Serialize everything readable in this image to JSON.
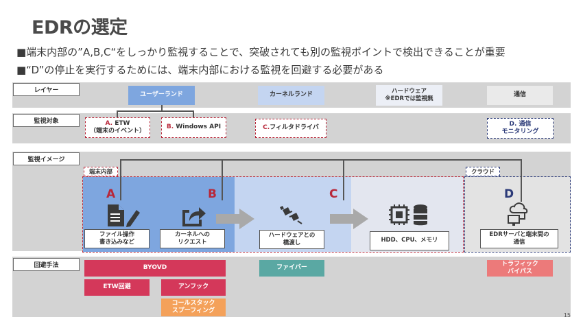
{
  "title": "EDRの選定",
  "bullets": [
    "■端末内部の”A,B,C“をしっかり監視することで、突破されても別の監視ポイントで検出できることが重要",
    "■“D”の停止を実行するためには、端末内部における監視を回避する必要がある"
  ],
  "rows": {
    "layer": "レイヤー",
    "target": "監視対象",
    "image": "監視イメージ",
    "evasion": "回避手法"
  },
  "layers": {
    "user": "ユーザーランド",
    "kernel": "カーネルランド",
    "hardware": "ハードウェア\n※EDRでは監視無",
    "network": "通信"
  },
  "targets": {
    "a_prefix": "A.",
    "a_rest": " ETW\n（端末のイベント）",
    "b_prefix": "B.",
    "b_rest": " Windows API",
    "c_prefix": "C.",
    "c_rest": "フィルタドライバ",
    "d": "D. 通信\nモニタリング"
  },
  "image": {
    "inside_label": "端末内部",
    "cloud_label": "クラウド",
    "letters": [
      "A",
      "B",
      "C",
      "D"
    ],
    "file_ops": "ファイル操作\n書き込みなど",
    "kernel_req": "カーネルへの\nリクエスト",
    "hw_comm": "ハードウェアとの\n橋渡し",
    "hw_devices": "HDD、CPU、メモリ",
    "edr_comm": "EDRサーバと端末間の\n通信"
  },
  "evasion": {
    "byovd": "BYOVD",
    "etw": "ETW回避",
    "unhook": "アンフック",
    "callstack": "コールスタック\nスプーフィング",
    "fiber": "ファイバー",
    "traffic": "トラフィック\nバイパス"
  },
  "colors": {
    "red": "#b8283a",
    "navy": "#2b3a78",
    "evasion_red": "#d4385a",
    "evasion_orange": "#f4a15a",
    "evasion_teal": "#5aa8a3",
    "evasion_salmon": "#ec7a7a"
  },
  "page_number": "15"
}
